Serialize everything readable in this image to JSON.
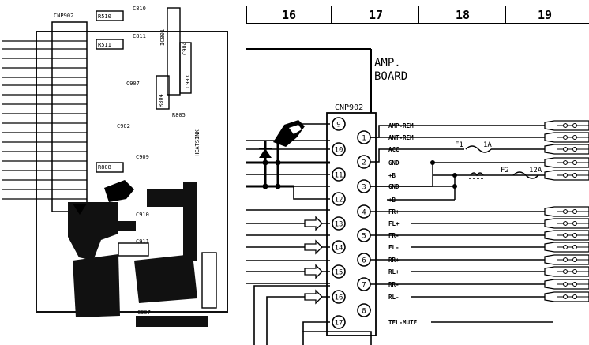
{
  "grid_columns": [
    "16",
    "17",
    "18",
    "19"
  ],
  "amp_board": {
    "line1": "AMP.",
    "line2": "BOARD"
  },
  "connector": {
    "title": "CNP902"
  },
  "left_pins": [
    "9",
    "10",
    "11",
    "12",
    "13",
    "14",
    "15",
    "16",
    "17"
  ],
  "right_pins": [
    "1",
    "2",
    "3",
    "4",
    "5",
    "6",
    "7",
    "8"
  ],
  "signals": [
    "AMP-REM",
    "ANT-REM",
    "ACC",
    "GND",
    "+B",
    "GND",
    "+B",
    "FR+",
    "FL+",
    "FR-",
    "FL-",
    "RR+",
    "RL+",
    "RR-",
    "RL-",
    "TEL-MUTE"
  ],
  "fuses": [
    {
      "name": "F1",
      "rating": "1A"
    },
    {
      "name": "F2",
      "rating": "12A"
    }
  ],
  "pcb_labels": [
    "CNP902",
    "R510",
    "C810",
    "C811",
    "R511",
    "IC801",
    "C903",
    "C904",
    "C907",
    "C902",
    "R804",
    "R805",
    "C909",
    "R808",
    "C910",
    "C911",
    "C907",
    "HEATSINK"
  ]
}
